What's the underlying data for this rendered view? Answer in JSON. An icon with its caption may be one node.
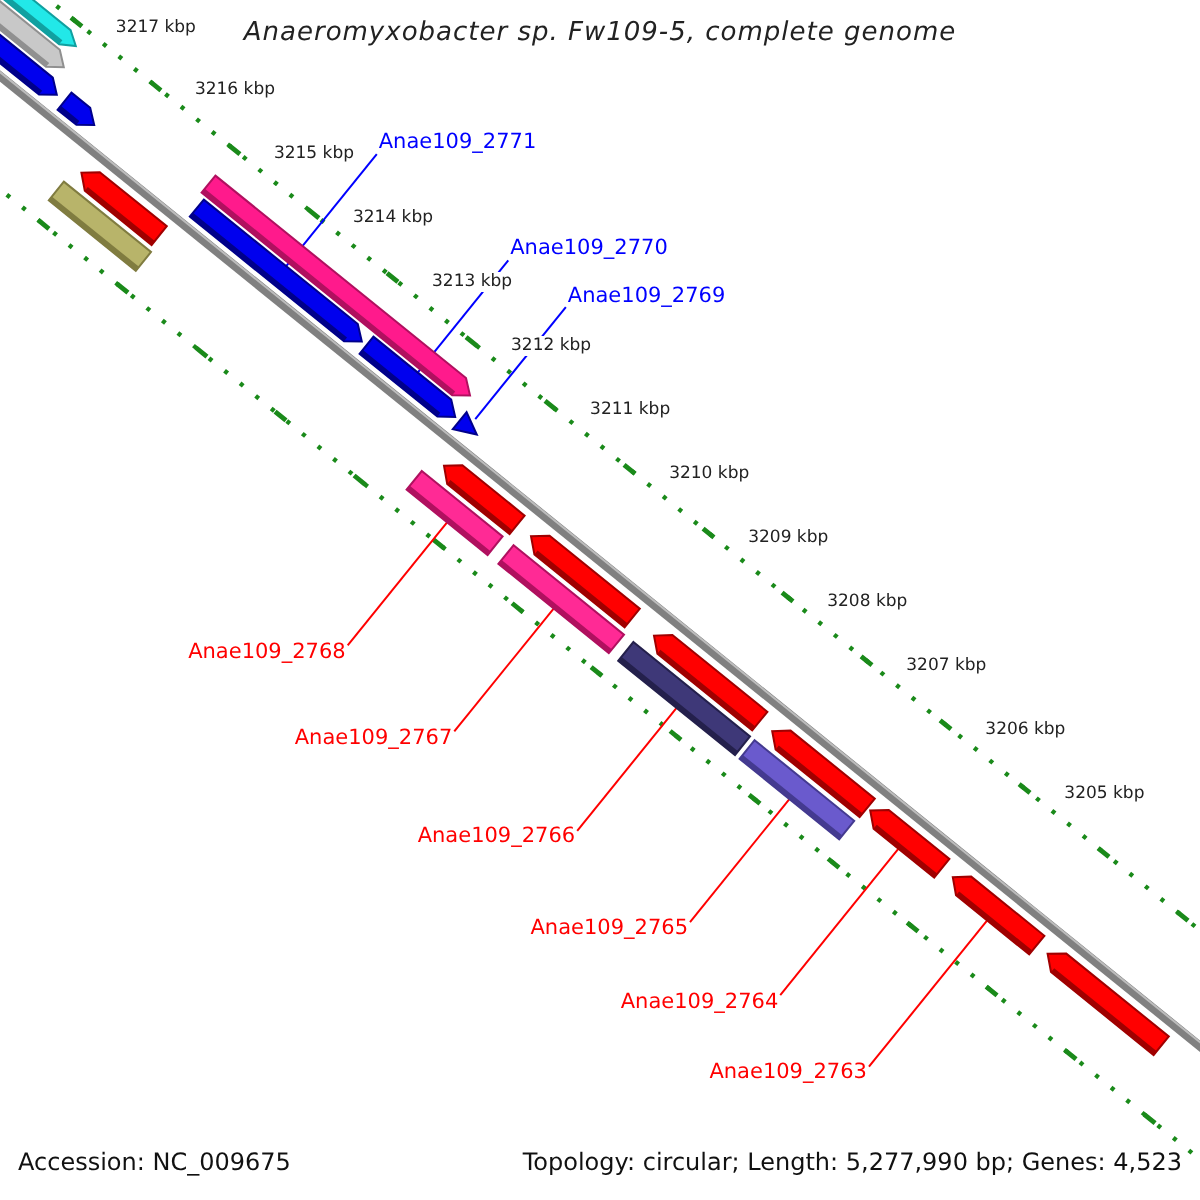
{
  "diagram": {
    "title": "Anaeromyxobacter sp. Fw109-5, complete genome",
    "nodes": [
      {
        "text": [],
        "shape": "arrow"
      },
      {
        "text": [],
        "shape": "arrow"
      },
      {
        "text": [],
        "shape": "arrow"
      },
      {
        "text": [],
        "shape": "arrow"
      },
      {
        "text": [],
        "shape": "arrow"
      },
      {
        "text": [],
        "shape": "bar"
      },
      {
        "text": [],
        "shape": "arrow"
      },
      {
        "text": [],
        "shape": "arrow"
      },
      {
        "text": [],
        "shape": "arrow"
      },
      {
        "text": [],
        "shape": "triangle"
      },
      {
        "text": [],
        "shape": "arrow"
      },
      {
        "text": [],
        "shape": "bar"
      },
      {
        "text": [],
        "shape": "arrow"
      },
      {
        "text": [],
        "shape": "bar"
      },
      {
        "text": [],
        "shape": "arrow"
      },
      {
        "text": [],
        "shape": "bar"
      },
      {
        "text": [],
        "shape": "arrow"
      },
      {
        "text": [],
        "shape": "bar"
      },
      {
        "text": [],
        "shape": "arrow"
      },
      {
        "text": [],
        "shape": "arrow"
      },
      {
        "text": [],
        "shape": "arrow"
      },
      {
        "text": [
          "Anae109_2771"
        ]
      },
      {
        "text": [
          "Anae109_2770"
        ]
      },
      {
        "text": [
          "Anae109_2769"
        ]
      },
      {
        "text": [
          "Anae109_2768"
        ]
      },
      {
        "text": [
          "Anae109_2767"
        ]
      },
      {
        "text": [
          "Anae109_2766"
        ]
      },
      {
        "text": [
          "Anae109_2765"
        ]
      },
      {
        "text": [
          "Anae109_2764"
        ]
      },
      {
        "text": [
          "Anae109_2763"
        ]
      }
    ],
    "edges": [
      {
        "from": 21,
        "to": 7,
        "arrow": "none",
        "color": "#0000ff"
      },
      {
        "from": 22,
        "to": 8,
        "arrow": "none",
        "color": "#0000ff"
      },
      {
        "from": 23,
        "to": 9,
        "arrow": "none",
        "color": "#0000ff"
      },
      {
        "from": 24,
        "to": 11,
        "arrow": "none"
      },
      {
        "from": 25,
        "to": 13,
        "arrow": "none"
      },
      {
        "from": 26,
        "to": 15,
        "arrow": "none"
      },
      {
        "from": 27,
        "to": 17,
        "arrow": "none"
      },
      {
        "from": 28,
        "to": 18,
        "arrow": "none"
      },
      {
        "from": 29,
        "to": 19,
        "arrow": "none"
      }
    ],
    "labels": [
      "3217 kbp",
      "3216 kbp",
      "3215 kbp",
      "3214 kbp",
      "3213 kbp",
      "3212 kbp",
      "3211 kbp",
      "3210 kbp",
      "3209 kbp",
      "3208 kbp",
      "3207 kbp",
      "3206 kbp",
      "3205 kbp",
      "Accession: NC_009675",
      "Topology: circular; Length: 5,277,990 bp; Genes: 4,523"
    ]
  }
}
